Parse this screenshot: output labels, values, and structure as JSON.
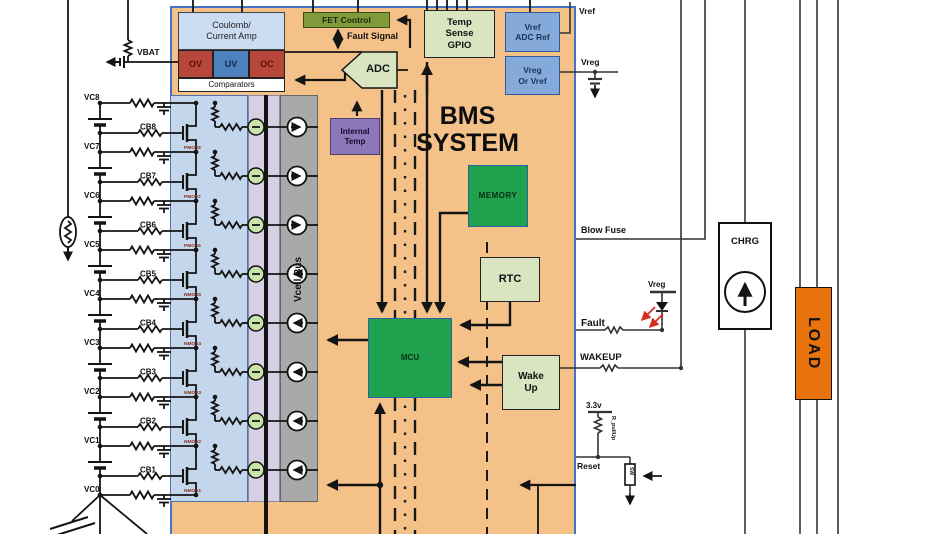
{
  "title": {
    "line1": "BMS",
    "line2": "SYSTEM"
  },
  "blocks": {
    "coulomb": {
      "line1": "Coulomb/",
      "line2": "Current Amp"
    },
    "ov": "OV",
    "uv": "UV",
    "oc": "OC",
    "comparators": "Comparators",
    "fet_control": "FET Control",
    "adc": "ADC",
    "temp_sense": {
      "line1": "Temp",
      "line2": "Sense",
      "line3": "GPIO"
    },
    "vref_adc": {
      "line1": "Vref",
      "line2": "ADC Ref"
    },
    "vreg_or": {
      "line1": "Vreg",
      "line2": "Or Vref"
    },
    "internal_temp": {
      "line1": "Internal",
      "line2": "Temp"
    },
    "memory": "MEMORY",
    "rtc": "RTC",
    "mcu": "MCU",
    "wake_up": {
      "line1": "Wake",
      "line2": "Up"
    },
    "chrg": "CHRG",
    "load": "LOAD"
  },
  "labels": {
    "vbat": "VBAT",
    "fault_signal": "Fault Signal",
    "vref": "Vref",
    "vreg": "Vreg",
    "vreg_led": "Vreg",
    "blow_fuse": "Blow Fuse",
    "fault": "Fault",
    "wakeup": "WAKEUP",
    "v33": "3.3v",
    "r_pullup": "R_pullUp",
    "reset": "Reset",
    "sw": "SW",
    "vcell_bus": "Vcell Bus"
  },
  "cells": [
    {
      "vc": "VC8",
      "cb": "CB8",
      "fet": "PMOS8",
      "dir": "right"
    },
    {
      "vc": "VC7",
      "cb": "CB7",
      "fet": "PMOS7",
      "dir": "right"
    },
    {
      "vc": "VC6",
      "cb": "CB6",
      "fet": "PMOS6",
      "dir": "right"
    },
    {
      "vc": "VC5",
      "cb": "CB5",
      "fet": "NMOS5",
      "dir": "left"
    },
    {
      "vc": "VC4",
      "cb": "CB4",
      "fet": "NMOS4",
      "dir": "left"
    },
    {
      "vc": "VC3",
      "cb": "CB3",
      "fet": "NMOS3",
      "dir": "left"
    },
    {
      "vc": "VC2",
      "cb": "CB2",
      "fet": "NMOS2",
      "dir": "left"
    },
    {
      "vc": "VC1",
      "cb": "CB1",
      "fet": "NMOS1",
      "dir": "left"
    }
  ],
  "vc0": "VC0",
  "colors": {
    "bms_fill": "#F4C289",
    "bms_border": "#4472C4",
    "green_block": "#1FA24E",
    "light_green": "#D9E5C1",
    "blue_block": "#85AAD9",
    "purple_block": "#8C78B8",
    "olive_block": "#7E9A3B",
    "red_comp": "#B8473B",
    "blue_comp": "#4E80BC",
    "load_orange": "#E8720C",
    "col_blue": "#C3D6EC",
    "col_lavender": "#D7D0E5",
    "col_gray": "#A9A9A9"
  }
}
